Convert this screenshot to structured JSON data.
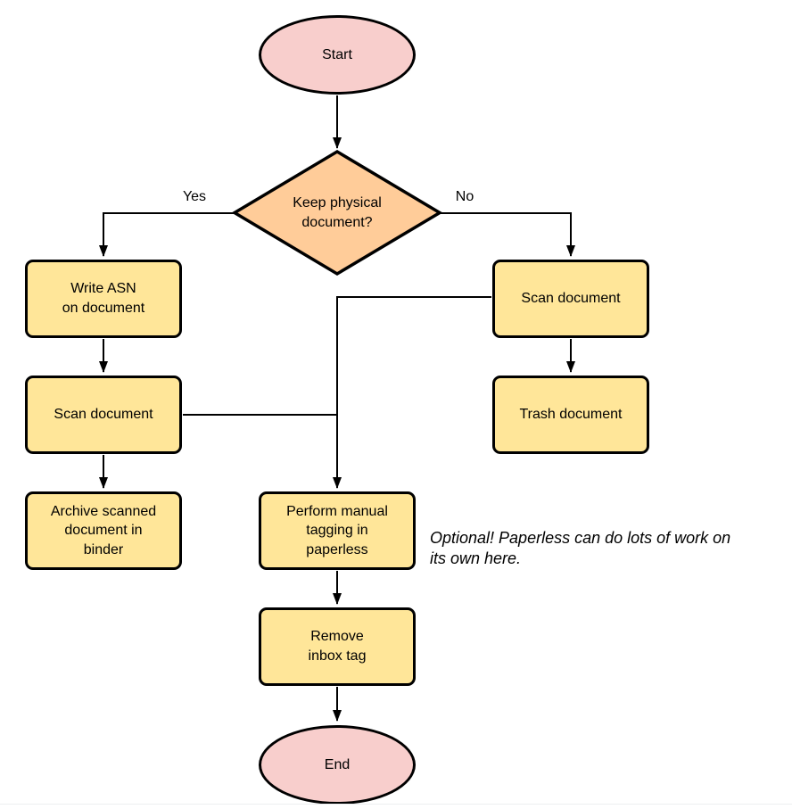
{
  "colors": {
    "terminal_fill": "#f8cecc",
    "decision_fill": "#ffcc99",
    "process_fill": "#ffe699",
    "stroke": "#000000"
  },
  "nodes": {
    "start": {
      "label": "Start",
      "type": "terminal"
    },
    "decision": {
      "label": "Keep physical\ndocument?",
      "type": "decision"
    },
    "write_asn": {
      "label": "Write ASN\non document",
      "type": "process"
    },
    "scan_left": {
      "label": "Scan document",
      "type": "process"
    },
    "archive": {
      "label": "Archive scanned\ndocument in\nbinder",
      "type": "process"
    },
    "scan_right": {
      "label": "Scan document",
      "type": "process"
    },
    "trash": {
      "label": "Trash document",
      "type": "process"
    },
    "tagging": {
      "label": "Perform manual\ntagging in\npaperless",
      "type": "process"
    },
    "remove_inbox_tag": {
      "label": "Remove\ninbox tag",
      "type": "process"
    },
    "end": {
      "label": "End",
      "type": "terminal"
    }
  },
  "edge_labels": {
    "yes": "Yes",
    "no": "No"
  },
  "annotation": "Optional! Paperless can do lots of work on\nits own here."
}
